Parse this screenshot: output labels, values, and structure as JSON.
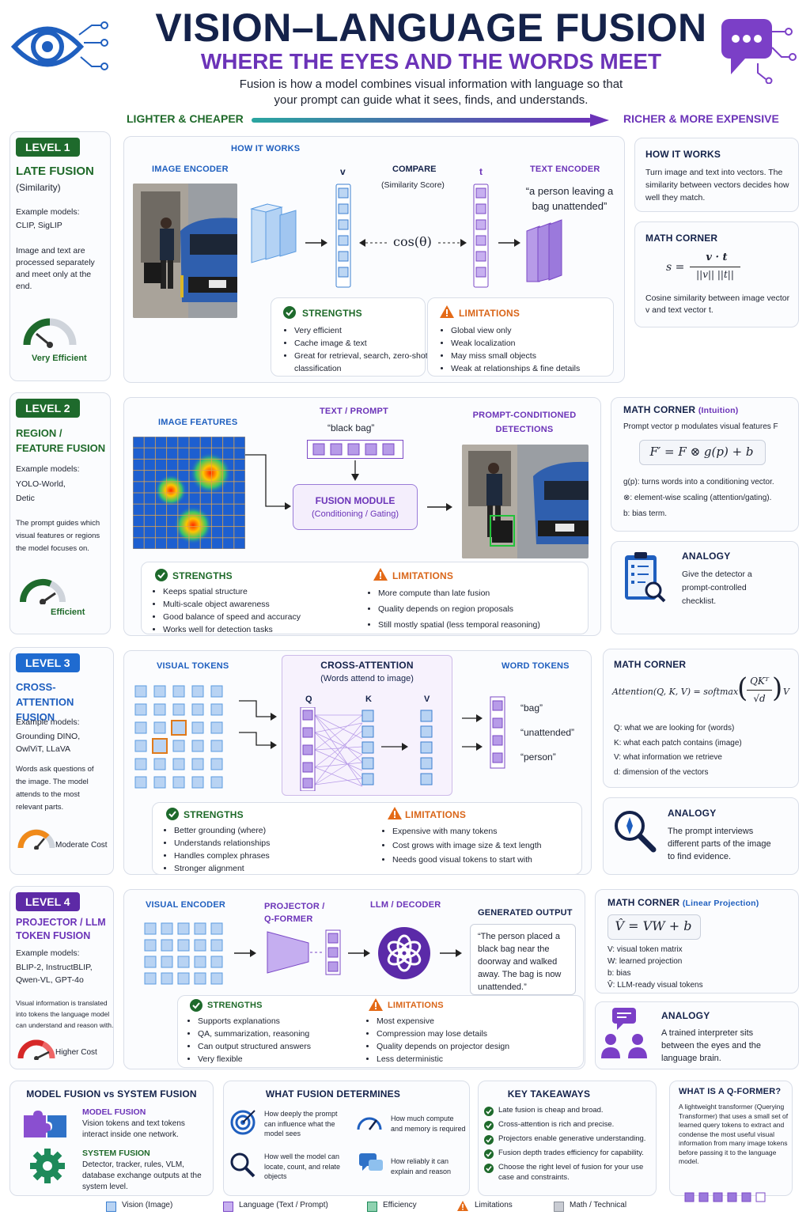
{
  "header": {
    "title": "VISION–LANGUAGE FUSION",
    "subtitle": "WHERE THE EYES AND THE WORDS MEET",
    "intro_line1": "Fusion is how a model combines visual information with language so that",
    "intro_line2": "your prompt can guide what it sees, finds, and understands.",
    "scale_left": "LIGHTER & CHEAPER",
    "scale_right": "RICHER & MORE EXPENSIVE"
  },
  "level1": {
    "badge": "LEVEL 1",
    "name": "LATE FUSION",
    "sub": "(Similarity)",
    "models_label": "Example models:",
    "models": "CLIP, SigLIP",
    "desc": "Image and text are processed separately and meet only at the end.",
    "gauge_label": "Very Efficient",
    "how_title": "HOW IT WORKS",
    "image_encoder": "IMAGE ENCODER",
    "v_label": "v",
    "compare": "COMPARE",
    "compare_sub": "(Similarity Score)",
    "cos": "cos(θ)",
    "t_label": "t",
    "text_encoder": "TEXT ENCODER",
    "quote": "“a person leaving a bag unattended”",
    "strengths_title": "STRENGTHS",
    "strengths": [
      "Very efficient",
      "Cache image & text",
      "Great for retrieval, search, zero-shot classification"
    ],
    "limits_title": "LIMITATIONS",
    "limits": [
      "Global view only",
      "Weak localization",
      "May miss small objects",
      "Weak at relationships & fine details"
    ],
    "side_how_title": "HOW IT WORKS",
    "side_how_text": "Turn image and text into vectors. The similarity between vectors decides how well they match.",
    "math_title": "MATH CORNER",
    "math_s": "s =",
    "math_num": "v · t",
    "math_den": "||v||  ||t||",
    "math_note": "Cosine similarity between image vector v and text vector t."
  },
  "level2": {
    "badge": "LEVEL 2",
    "name": "REGION / FEATURE FUSION",
    "models_label": "Example models:",
    "models": "YOLO-World, Detic",
    "desc": "The prompt guides which visual features or regions the model focuses on.",
    "gauge_label": "Efficient",
    "image_features": "IMAGE FEATURES",
    "text_prompt": "TEXT / PROMPT",
    "prompt_quote": "“black bag”",
    "fusion_module": "FUSION MODULE",
    "fusion_sub": "(Conditioning / Gating)",
    "detections": "PROMPT-CONDITIONED DETECTIONS",
    "strengths_title": "STRENGTHS",
    "strengths": [
      "Keeps spatial structure",
      "Multi-scale object awareness",
      "Good balance of speed and accuracy",
      "Works well for detection tasks"
    ],
    "limits_title": "LIMITATIONS",
    "limits": [
      "More compute than late fusion",
      "Quality depends on region proposals",
      "Still mostly spatial (less temporal reasoning)"
    ],
    "math_title": "MATH CORNER",
    "math_tag": "(Intuition)",
    "math_intro": "Prompt vector p modulates visual features F",
    "math_formula": "F′ = F ⊗ g(p) + b",
    "math_notes": [
      "g(p): turns words into a conditioning vector.",
      "⊗:  element-wise scaling (attention/gating).",
      "b:  bias term."
    ],
    "analogy_title": "ANALOGY",
    "analogy_text": "Give the detector a prompt-controlled checklist."
  },
  "level3": {
    "badge": "LEVEL 3",
    "name": "CROSS-ATTENTION FUSION",
    "models_label": "Example models:",
    "models": "Grounding DINO, OwlViT, LLaVA",
    "desc": "Words ask questions of the image. The model attends to the most relevant parts.",
    "gauge_label": "Moderate Cost",
    "visual_tokens": "VISUAL TOKENS",
    "cross_title": "CROSS-ATTENTION",
    "cross_sub": "(Words attend to image)",
    "q": "Q",
    "k": "K",
    "v": "V",
    "word_tokens": "WORD TOKENS",
    "words": [
      "“bag”",
      "“unattended”",
      "“person”"
    ],
    "strengths_title": "STRENGTHS",
    "strengths": [
      "Better grounding (where)",
      "Understands relationships",
      "Handles complex phrases",
      "Stronger alignment"
    ],
    "limits_title": "LIMITATIONS",
    "limits": [
      "Expensive with many tokens",
      "Cost grows with image size & text length",
      "Needs good visual tokens to start with"
    ],
    "math_title": "MATH CORNER",
    "math_formula_left": "Attention(Q, K, V) = softmax",
    "math_frac_num": "QKᵀ",
    "math_frac_den": "√d",
    "math_formula_right": "V",
    "math_notes": [
      "Q:  what we are looking for (words)",
      "K:  what each patch contains (image)",
      "V:  what information we retrieve",
      "d:  dimension of the vectors"
    ],
    "analogy_title": "ANALOGY",
    "analogy_text": "The prompt interviews different parts of the image to find evidence."
  },
  "level4": {
    "badge": "LEVEL 4",
    "name": "PROJECTOR / LLM TOKEN FUSION",
    "models_label": "Example models:",
    "models": "BLIP-2, InstructBLIP, Qwen-VL, GPT-4o",
    "desc": "Visual information is translated into tokens the language model can understand and reason with.",
    "gauge_label": "Higher Cost",
    "visual_encoder": "VISUAL ENCODER",
    "projector": "PROJECTOR / Q-FORMER",
    "llm": "LLM / DECODER",
    "generated": "GENERATED OUTPUT",
    "output_text": "“The person placed a black bag near the doorway and walked away. The bag is now unattended.”",
    "strengths_title": "STRENGTHS",
    "strengths": [
      "Supports explanations",
      "QA, summarization, reasoning",
      "Can output structured answers",
      "Very flexible"
    ],
    "limits_title": "LIMITATIONS",
    "limits": [
      "Most expensive",
      "Compression may lose details",
      "Quality depends on projector design",
      "Less deterministic"
    ],
    "math_title": "MATH CORNER",
    "math_tag": "(Linear Projection)",
    "math_formula": "V̂ = VW + b",
    "math_notes": [
      "V:   visual token matrix",
      "W:  learned projection",
      "b:   bias",
      "V̂:   LLM-ready visual tokens"
    ],
    "analogy_title": "ANALOGY",
    "analogy_text": "A trained interpreter sits between the eyes and the language brain."
  },
  "bottom": {
    "mf_title": "MODEL FUSION vs SYSTEM FUSION",
    "model_fusion": "MODEL FUSION",
    "model_fusion_text": "Vision tokens and text tokens interact inside one network.",
    "system_fusion": "SYSTEM FUSION",
    "system_fusion_text": "Detector, tracker, rules, VLM, database exchange outputs at the system level.",
    "det_title": "WHAT FUSION DETERMINES",
    "det1": "How deeply the prompt can influence what the model sees",
    "det2": "How much compute and memory is required",
    "det3": "How well the model can locate, count, and relate objects",
    "det4": "How reliably it can explain and reason",
    "kt_title": "KEY TAKEAWAYS",
    "takeaways": [
      "Late fusion is cheap and broad.",
      "Cross-attention is rich and precise.",
      "Projectors enable generative understanding.",
      "Fusion depth trades efficiency for capability.",
      "Choose the right level of fusion for your use case and constraints."
    ],
    "qf_title": "WHAT IS A Q-FORMER?",
    "qf_text": "A lightweight transformer (Querying Transformer) that uses a small set of learned query tokens to extract and condense the most useful visual information from many image tokens before passing it to the language model."
  },
  "legend": [
    "Vision (Image)",
    "Language (Text / Prompt)",
    "Efficiency",
    "Limitations",
    "Math / Technical"
  ],
  "colors": {
    "navy": "#14224a",
    "purple": "#6b33b8",
    "blue": "#1f5fbf",
    "green": "#1f6a2a",
    "orange": "#d9661a"
  }
}
